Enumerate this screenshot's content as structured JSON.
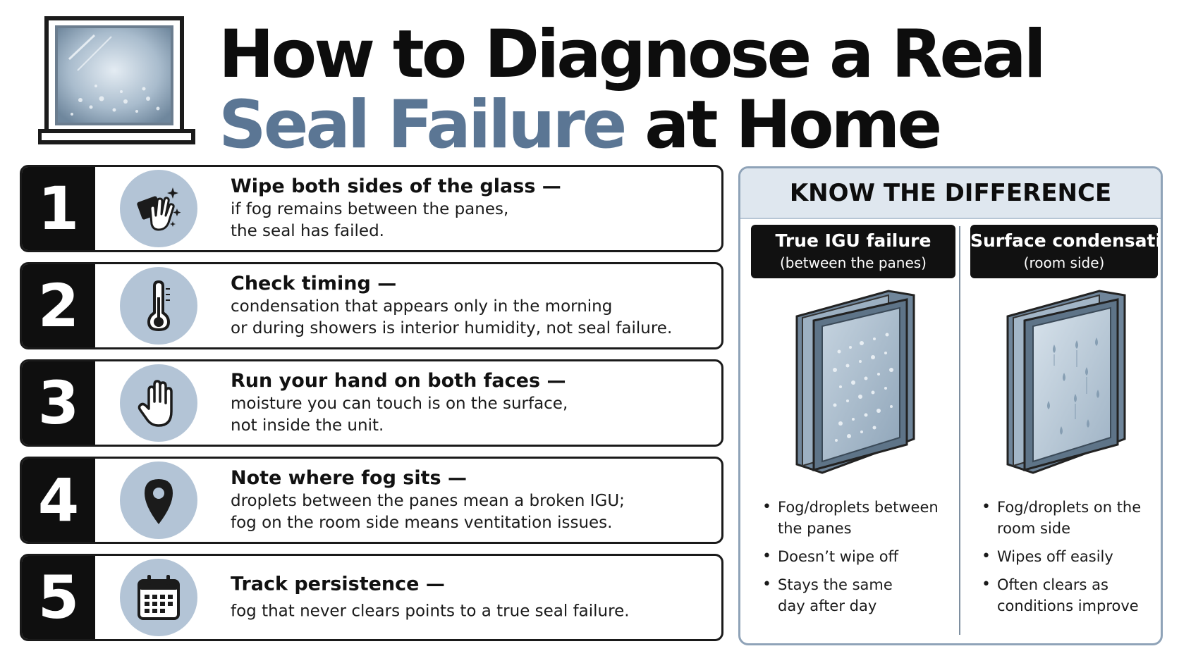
{
  "title": {
    "line1": "How to Diagnose a Real",
    "line2_accent": "Seal Failure",
    "line2_rest": " at Home"
  },
  "colors": {
    "accent": "#5b7694",
    "icon_circle": "#b3c4d6",
    "number_block": "#0f0f0f",
    "panel_header": "#dfe7ef",
    "panel_border": "#8fa3b8"
  },
  "icons": {
    "hero": "foggy-window-icon",
    "step1": "wiping-hand-icon",
    "step2": "thermometer-icon",
    "step3": "hand-icon",
    "step4": "location-pin-icon",
    "step5": "calendar-icon"
  },
  "steps": [
    {
      "number": "1",
      "heading": "Wipe both sides of the glass —",
      "body": [
        "if fog remains between the panes,",
        "the seal has failed."
      ]
    },
    {
      "number": "2",
      "heading": "Check timing —",
      "body": [
        "condensation that appears only in the morning",
        "or during showers is interior humidity, not seal failure."
      ]
    },
    {
      "number": "3",
      "heading": "Run your hand on both faces —",
      "body": [
        "moisture you can touch is on the surface,",
        "not inside the unit."
      ]
    },
    {
      "number": "4",
      "heading": "Note where fog sits —",
      "body": [
        "droplets between the panes mean a broken IGU;",
        "fog on the room side means ventitation issues."
      ]
    },
    {
      "number": "5",
      "heading": "Track persistence —",
      "body": [
        "fog that never clears points to a true seal failure."
      ]
    }
  ],
  "panel": {
    "heading": "KNOW THE DIFFERENCE",
    "left": {
      "title": "True IGU failure",
      "subtitle": "(between the panes)",
      "bullets": [
        [
          "Fog/droplets between",
          "the panes"
        ],
        [
          "Doesn’t wipe off"
        ],
        [
          "Stays the same",
          "day after day"
        ]
      ]
    },
    "right": {
      "title": "Surface condensation",
      "subtitle": "(room side)",
      "bullets": [
        [
          "Fog/droplets on the",
          "room side"
        ],
        [
          "Wipes off easily"
        ],
        [
          "Often clears as",
          "conditions improve"
        ]
      ]
    }
  }
}
